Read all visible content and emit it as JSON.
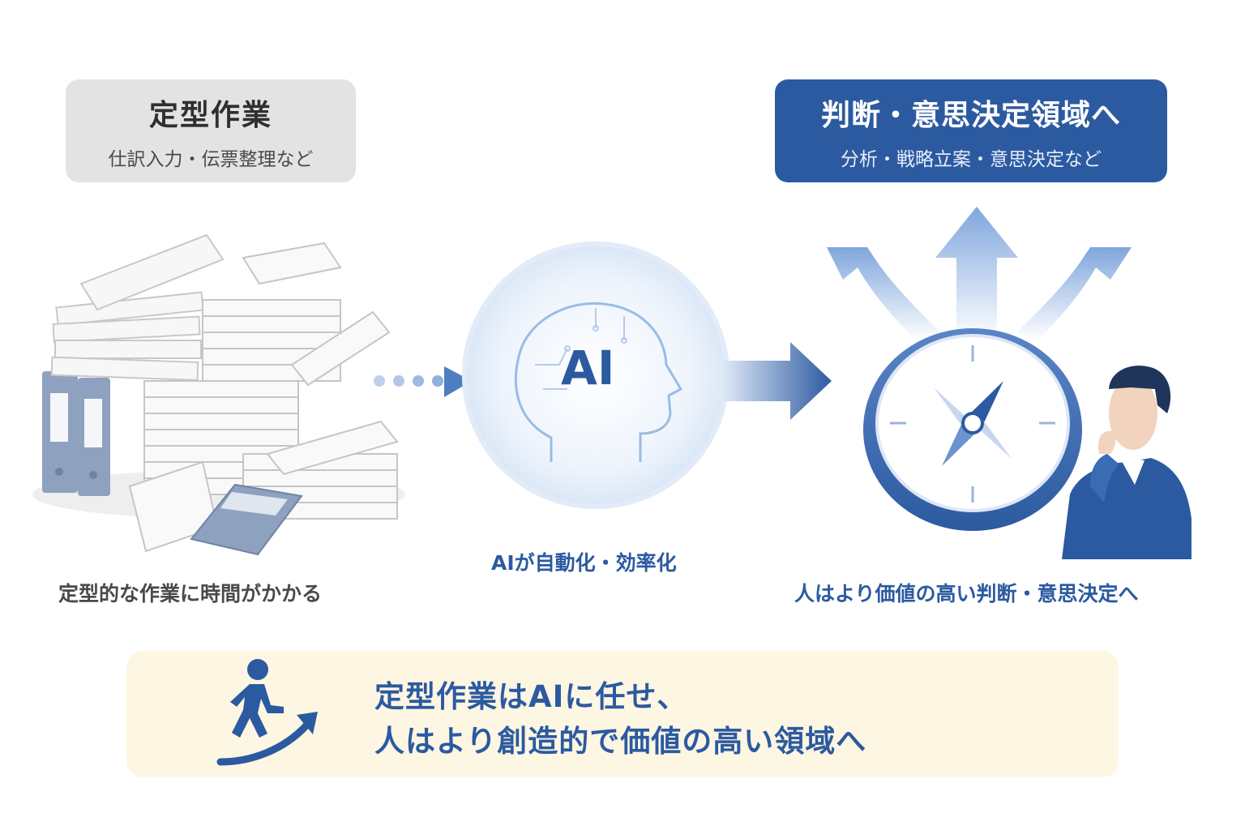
{
  "left_box": {
    "title": "定型作業",
    "subtitle": "仕訳入力・伝票整理など"
  },
  "right_box": {
    "title": "判断・意思決定領域へ",
    "subtitle": "分析・戦略立案・意思決定など"
  },
  "ai_label": "AI",
  "captions": {
    "left": "定型的な作業に時間がかかる",
    "middle": "AIが自動化・効率化",
    "right": "人はより価値の高い判断・意思決定へ"
  },
  "bottom": {
    "line1": "定型作業はAIに任せ、",
    "line2": "人はより創造的で価値の高い領域へ"
  },
  "colors": {
    "accent_blue": "#2c5aa0",
    "light_blue": "#a9c6ec",
    "gray_box": "#e3e3e3",
    "banner_cream": "#fdf6e3"
  }
}
